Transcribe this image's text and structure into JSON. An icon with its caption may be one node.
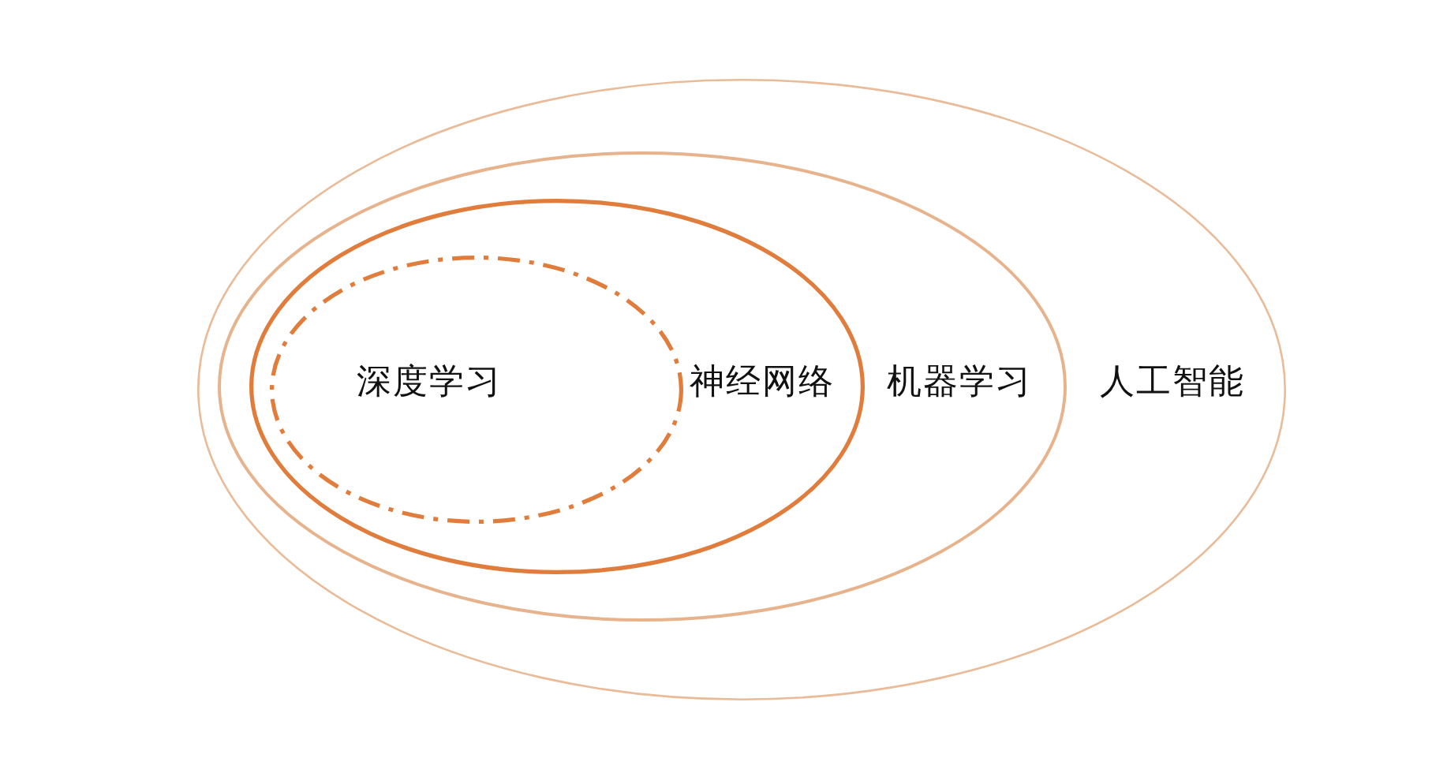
{
  "diagram": {
    "nodes": [
      {
        "text": [
          "人工智能"
        ]
      },
      {
        "text": [
          "机器学习"
        ],
        "in": 0
      },
      {
        "text": [
          "神经网络"
        ],
        "in": 1
      },
      {
        "text": [
          "深度学习"
        ],
        "in": 2
      }
    ]
  }
}
